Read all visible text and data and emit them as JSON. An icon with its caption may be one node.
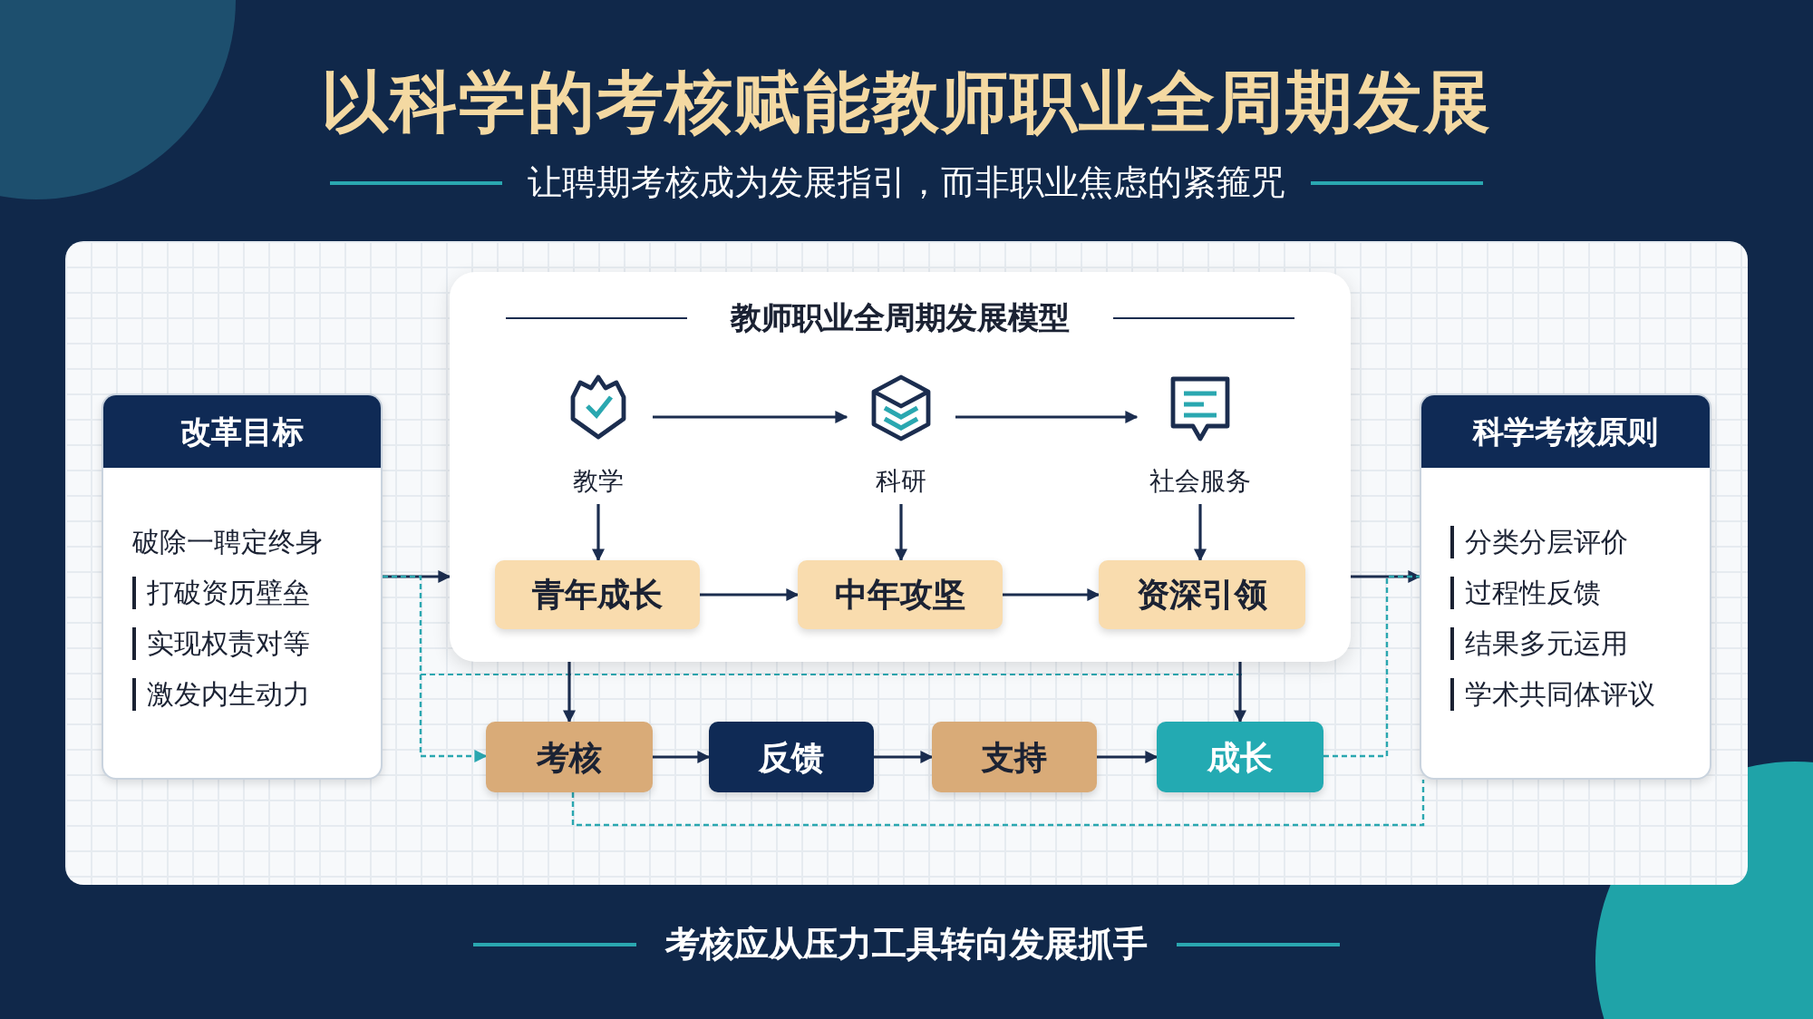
{
  "diagram": {
    "title": "以科学的考核赋能教师职业全周期发展",
    "caption": "考核应从压力工具转向发展抓手",
    "labels": [
      "让聘期考核成为发展指引，而非职业焦虑的紧箍咒"
    ],
    "nodes": [
      {
        "text": [
          "改革目标",
          "破除一聘定终身",
          "打破资历壁垒",
          "实现权责对等",
          "激发内生动力"
        ]
      },
      {
        "text": [
          "教师职业全周期发展模型"
        ]
      },
      {
        "text": [
          "教学"
        ],
        "in": 1
      },
      {
        "text": [
          "科研"
        ],
        "in": 1
      },
      {
        "text": [
          "社会服务"
        ],
        "in": 1
      },
      {
        "text": [
          "青年成长"
        ],
        "in": 1
      },
      {
        "text": [
          "中年攻坚"
        ],
        "in": 1
      },
      {
        "text": [
          "资深引领"
        ],
        "in": 1
      },
      {
        "text": [
          "考核"
        ]
      },
      {
        "text": [
          "反馈"
        ]
      },
      {
        "text": [
          "支持"
        ]
      },
      {
        "text": [
          "成长"
        ]
      },
      {
        "text": [
          "科学考核原则",
          "分类分层评价",
          "过程性反馈",
          "结果多元运用",
          "学术共同体评议"
        ]
      }
    ],
    "edges": [
      {
        "from": 2,
        "to": 3,
        "arrow": "to"
      },
      {
        "from": 3,
        "to": 4,
        "arrow": "to"
      },
      {
        "from": 2,
        "to": 5,
        "arrow": "to"
      },
      {
        "from": 3,
        "to": 6,
        "arrow": "to"
      },
      {
        "from": 4,
        "to": 7,
        "arrow": "to"
      },
      {
        "from": 5,
        "to": 6,
        "arrow": "to"
      },
      {
        "from": 6,
        "to": 7,
        "arrow": "to"
      },
      {
        "from": 0,
        "to": 1,
        "arrow": "to"
      },
      {
        "from": 1,
        "to": 12,
        "arrow": "to"
      },
      {
        "from": 1,
        "to": 8,
        "arrow": "to"
      },
      {
        "from": 1,
        "to": 11,
        "arrow": "to"
      },
      {
        "from": 8,
        "to": 9,
        "arrow": "to"
      },
      {
        "from": 9,
        "to": 10,
        "arrow": "to"
      },
      {
        "from": 10,
        "to": 11,
        "arrow": "to"
      },
      {
        "from": 0,
        "to": 8,
        "arrow": "to",
        "style": "dashed",
        "color": "#2aa7b0"
      },
      {
        "from": 11,
        "to": 12,
        "arrow": "none",
        "style": "dashed",
        "color": "#2aa7b0"
      },
      {
        "from": 8,
        "to": 12,
        "arrow": "none",
        "style": "dashed",
        "color": "#2aa7b0"
      }
    ]
  }
}
